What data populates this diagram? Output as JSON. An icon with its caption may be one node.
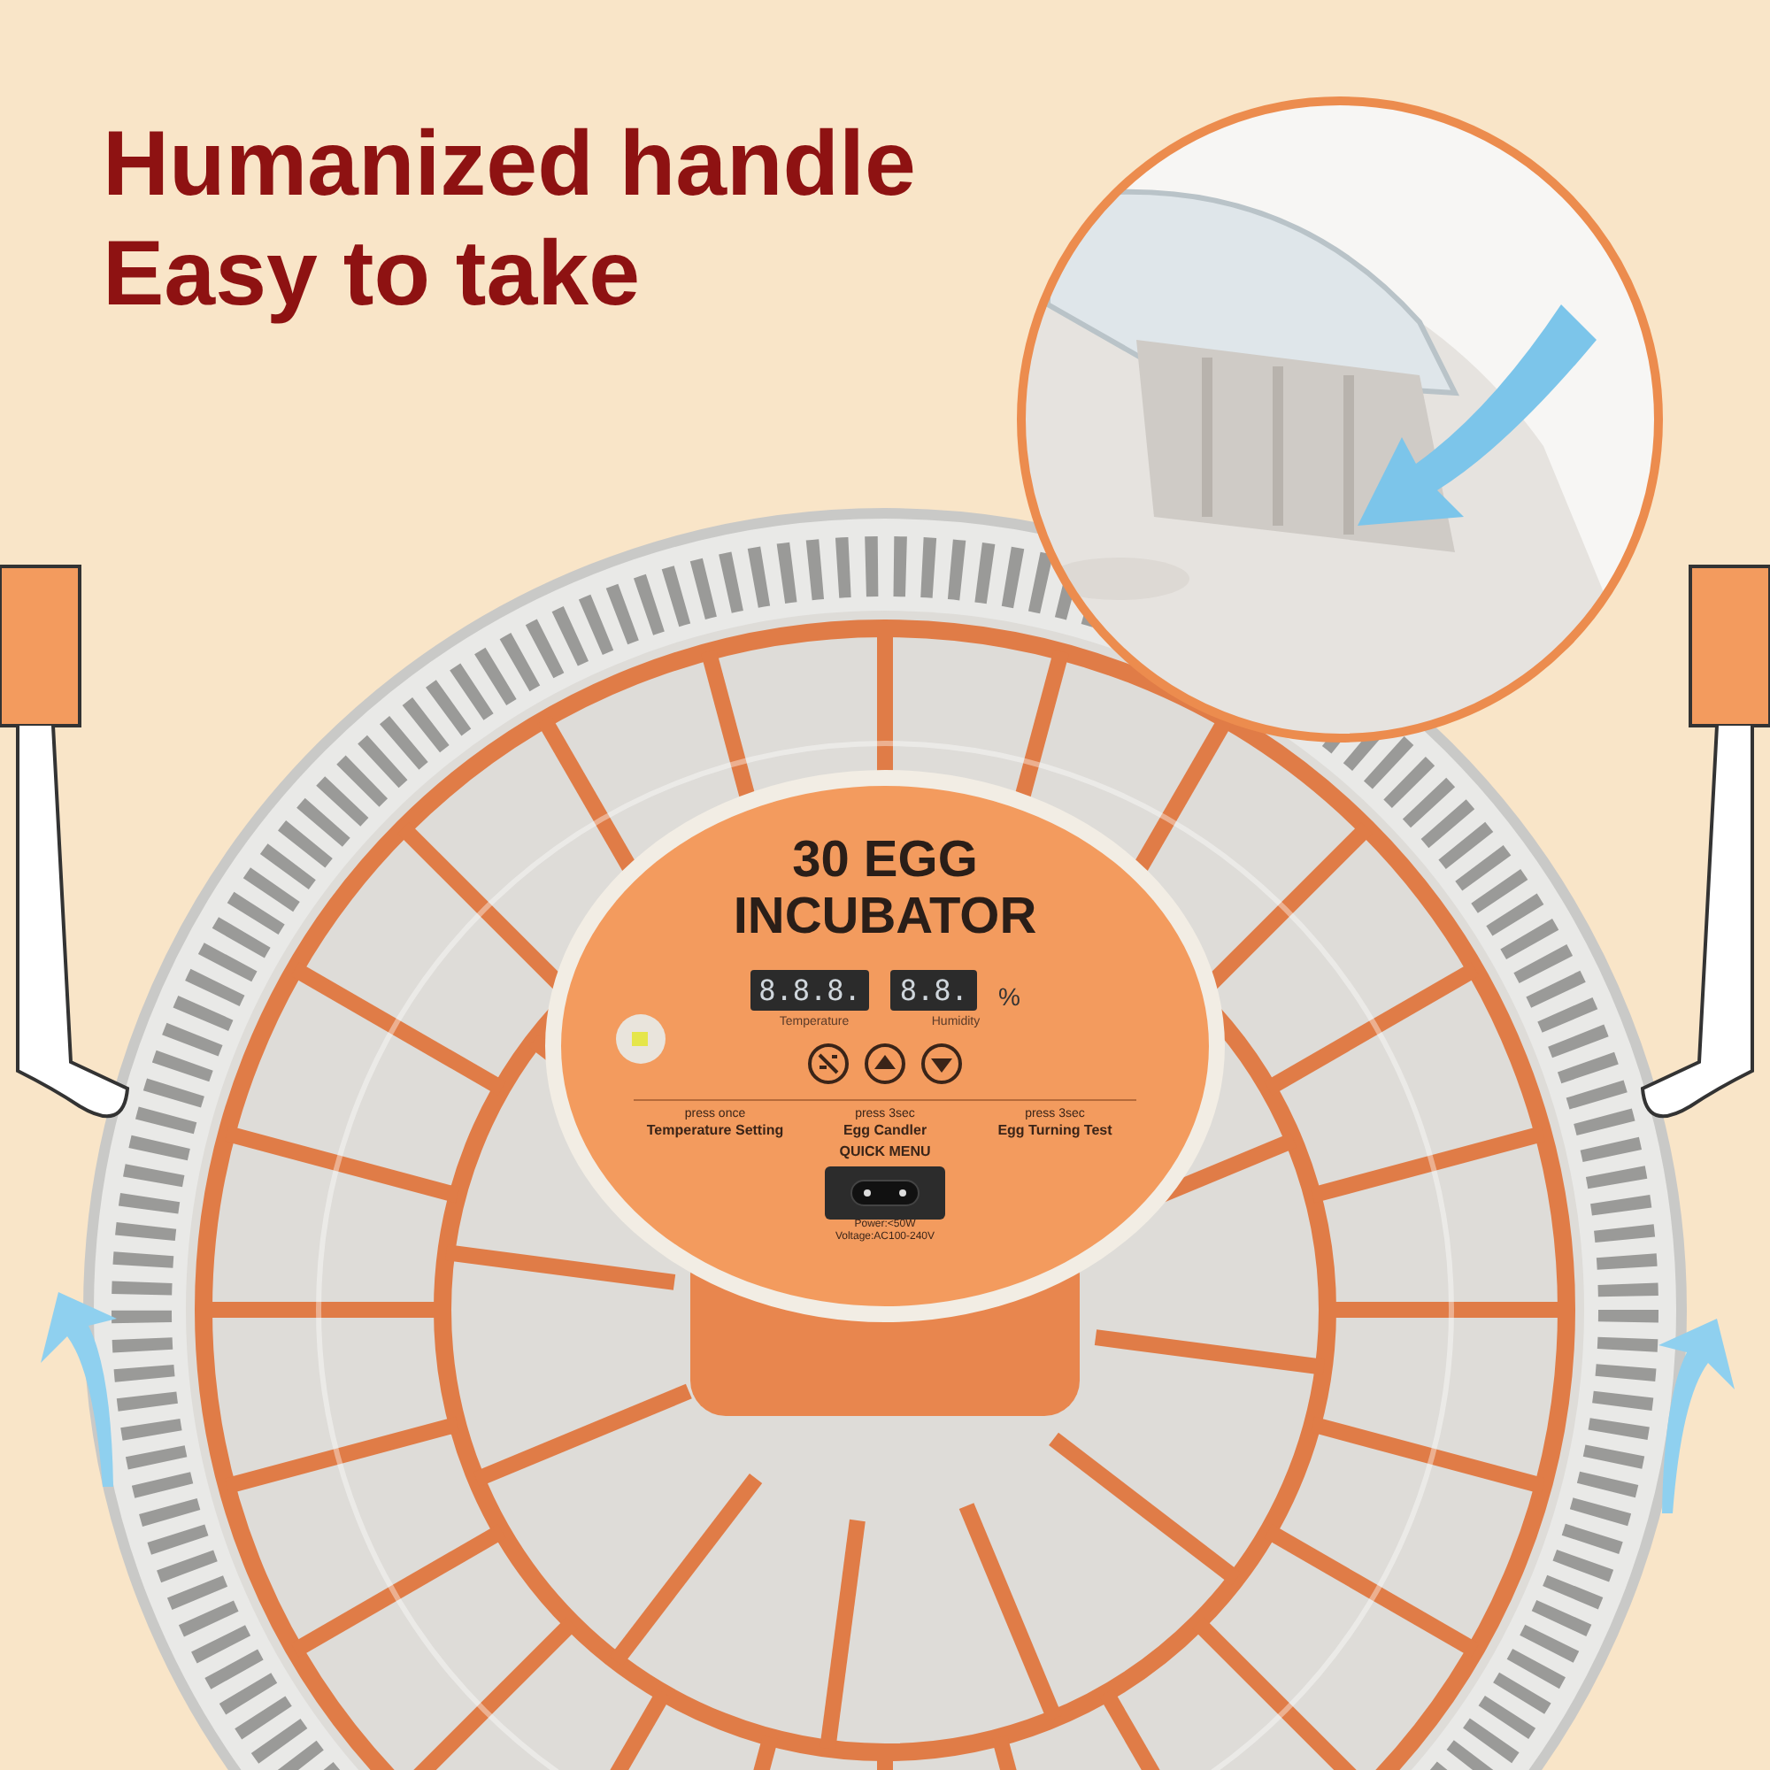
{
  "diagram": {
    "title": "Humanized handle Easy to take",
    "nodes": [
      {
        "text": [
          "30 EGG INCUBATOR"
        ]
      }
    ],
    "labels": [
      "8.8.8.",
      "8.8.",
      "%",
      "Temperature",
      "Humidity",
      "press once",
      "press 3sec",
      "press 3sec",
      "Temperature Setting",
      "Egg Candler",
      "Egg Turning Test",
      "QUICK MENU",
      "Power:<50W",
      "Voltage:AC100-240V"
    ]
  }
}
